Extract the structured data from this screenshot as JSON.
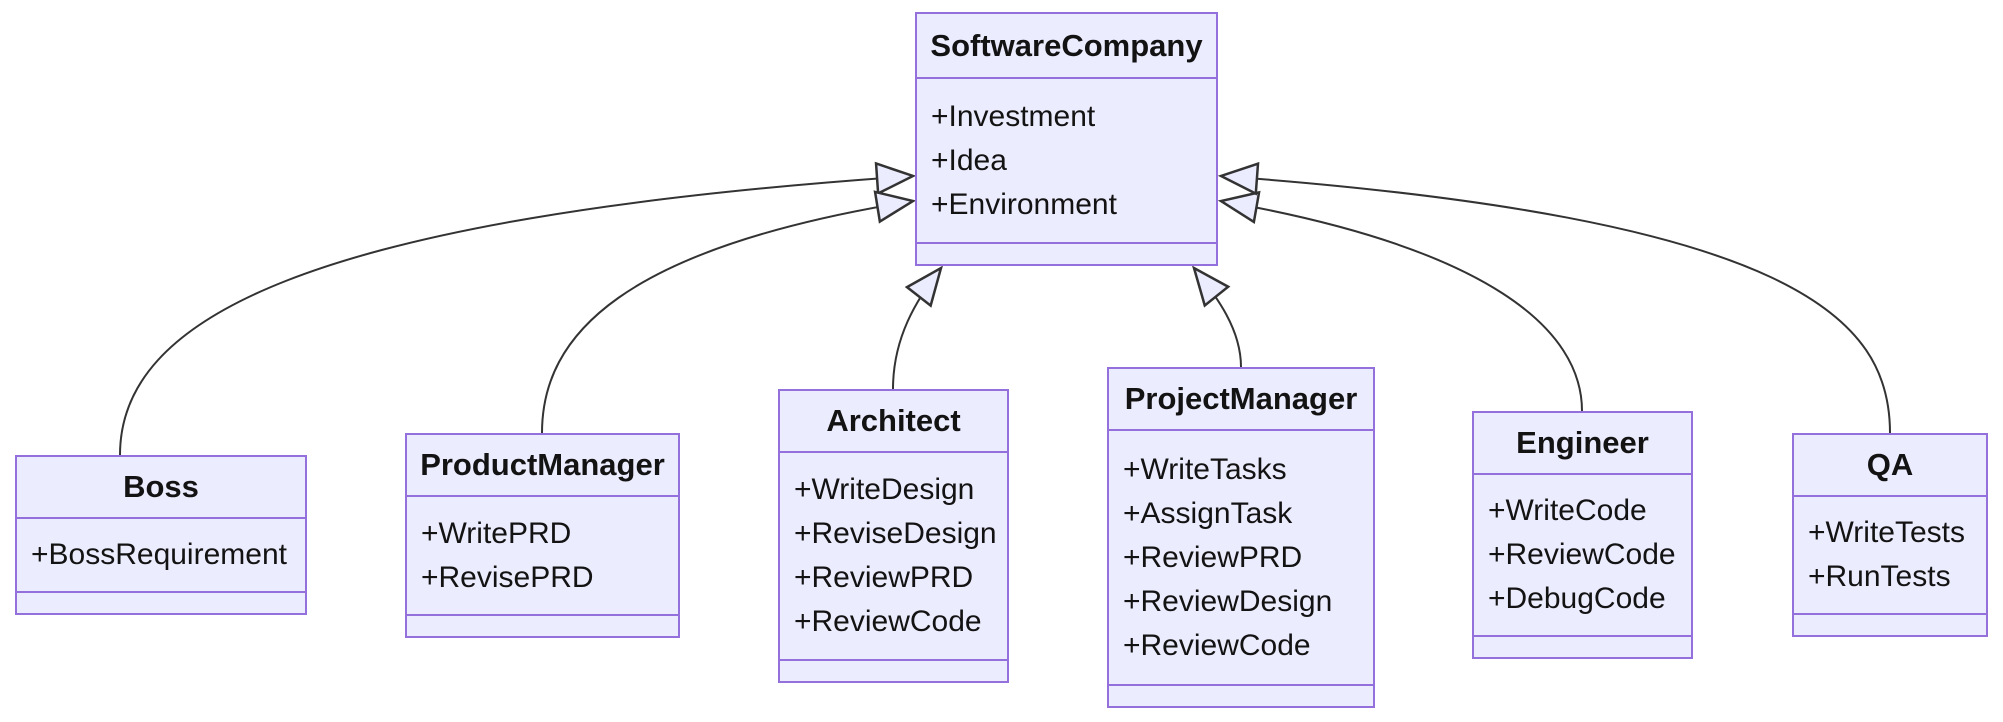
{
  "diagram": {
    "type": "uml-class-diagram",
    "classes": [
      {
        "name": "SoftwareCompany",
        "attributes": [
          "+Investment",
          "+Idea",
          "+Environment"
        ],
        "methods": []
      },
      {
        "name": "Boss",
        "attributes": [
          "+BossRequirement"
        ],
        "methods": []
      },
      {
        "name": "ProductManager",
        "attributes": [
          "+WritePRD",
          "+RevisePRD"
        ],
        "methods": []
      },
      {
        "name": "Architect",
        "attributes": [
          "+WriteDesign",
          "+ReviseDesign",
          "+ReviewPRD",
          "+ReviewCode"
        ],
        "methods": []
      },
      {
        "name": "ProjectManager",
        "attributes": [
          "+WriteTasks",
          "+AssignTask",
          "+ReviewPRD",
          "+ReviewDesign",
          "+ReviewCode"
        ],
        "methods": []
      },
      {
        "name": "Engineer",
        "attributes": [
          "+WriteCode",
          "+ReviewCode",
          "+DebugCode"
        ],
        "methods": []
      },
      {
        "name": "QA",
        "attributes": [
          "+WriteTests",
          "+RunTests"
        ],
        "methods": []
      }
    ],
    "relations": [
      {
        "from": "Boss",
        "to": "SoftwareCompany",
        "type": "inheritance"
      },
      {
        "from": "ProductManager",
        "to": "SoftwareCompany",
        "type": "inheritance"
      },
      {
        "from": "Architect",
        "to": "SoftwareCompany",
        "type": "inheritance"
      },
      {
        "from": "ProjectManager",
        "to": "SoftwareCompany",
        "type": "inheritance"
      },
      {
        "from": "Engineer",
        "to": "SoftwareCompany",
        "type": "inheritance"
      },
      {
        "from": "QA",
        "to": "SoftwareCompany",
        "type": "inheritance"
      }
    ],
    "colors": {
      "node_fill": "#ECECFF",
      "node_border": "#9370DB",
      "edge": "#333333",
      "text": "#131313",
      "background": "#FFFFFF"
    }
  }
}
